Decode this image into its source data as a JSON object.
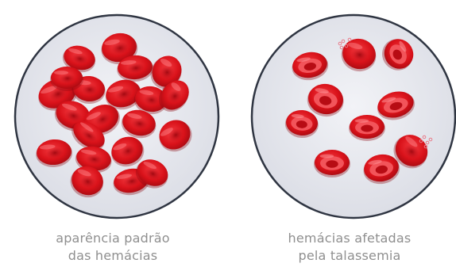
{
  "panels": {
    "normal": {
      "caption_line1": "aparência padrão",
      "caption_line2": "das hemácias"
    },
    "thalassemia": {
      "caption_line1": "hemácias afetadas",
      "caption_line2": "pela talassemia"
    }
  },
  "colors": {
    "dish_fill": "#e9eaf0",
    "dish_edge": "#2f3542",
    "cell_red": "#e0141c",
    "cell_dark": "#b70c14",
    "cell_center": "#f0454b",
    "caption_gray": "#8f8f8f",
    "fragment_pink": "#e87c8a"
  },
  "icons": [
    "red-blood-cell-icon",
    "fragmented-cell-icon"
  ]
}
